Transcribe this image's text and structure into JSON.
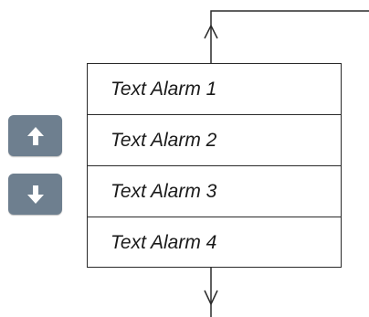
{
  "alarm_list": {
    "rows": [
      {
        "label": "Text Alarm 1"
      },
      {
        "label": "Text Alarm 2"
      },
      {
        "label": "Text Alarm 3"
      },
      {
        "label": "Text Alarm 4"
      }
    ]
  },
  "controls": {
    "scroll_up": {
      "icon": "arrow-up-icon"
    },
    "scroll_down": {
      "icon": "arrow-down-icon"
    },
    "button_color": "#6e7f8f"
  },
  "colors": {
    "line": "#2a2a2a",
    "background": "#ffffff"
  }
}
